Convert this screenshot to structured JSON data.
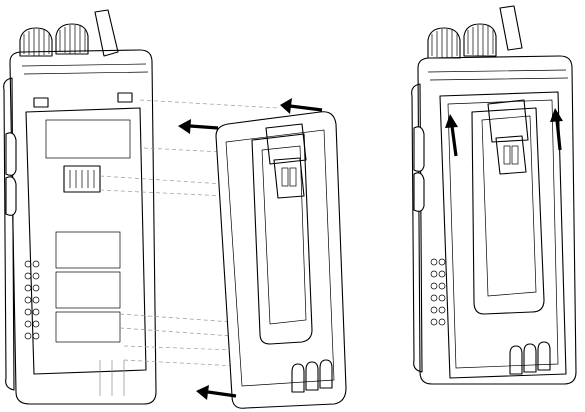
{
  "figure": {
    "description_steps": [
      "remove-battery",
      "attach-battery"
    ],
    "panels": [
      {
        "id": "removal",
        "arrows": [
          "left",
          "left",
          "left"
        ]
      },
      {
        "id": "attached",
        "arrows": [
          "up",
          "up"
        ]
      }
    ],
    "colors": {
      "line": "#000000",
      "guide": "#9a9a9a",
      "background": "#ffffff"
    }
  }
}
